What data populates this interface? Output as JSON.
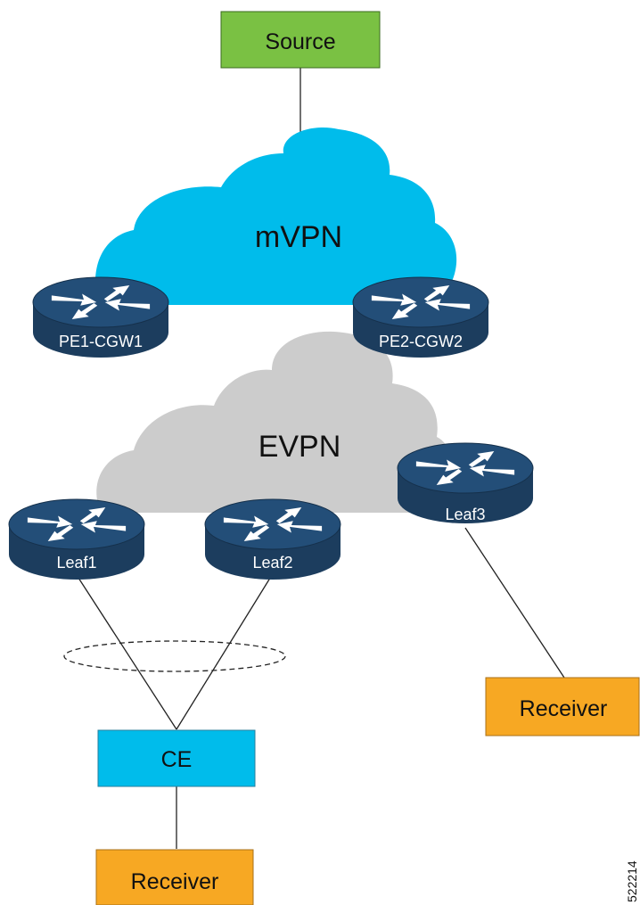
{
  "colors": {
    "source_fill": "#7ac143",
    "receiver_fill": "#f7a823",
    "ce_fill": "#00bceb",
    "mvpn_cloud": "#00bceb",
    "evpn_cloud": "#cccccc",
    "router_body": "#1c3d5e",
    "router_top": "#234e78",
    "router_arrow": "#ffffff",
    "link": "#222222"
  },
  "nodes": {
    "source": "Source",
    "mvpn": "mVPN",
    "evpn": "EVPN",
    "pe1": "PE1-CGW1",
    "pe2": "PE2-CGW2",
    "leaf1": "Leaf1",
    "leaf2": "Leaf2",
    "leaf3": "Leaf3",
    "ce": "CE",
    "receiver_right": "Receiver",
    "receiver_bottom": "Receiver"
  },
  "figure_id": "522214",
  "icons": {
    "router": "router-icon"
  }
}
